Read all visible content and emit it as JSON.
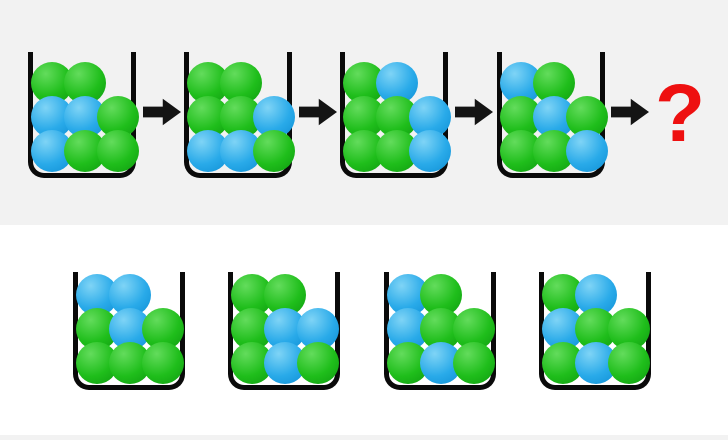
{
  "puzzle": {
    "kind": "ball-cup sequence puzzle",
    "question_mark": "?"
  },
  "colors": {
    "top_background": "#f2f2f2",
    "bottom_background": "#ffffff",
    "cup_outline": "#0a0a0a",
    "arrow_black": "#141414",
    "question_mark_red": "#ee1010",
    "green_light": "#63dc5c",
    "green_main": "#1fbe1b",
    "green_dark": "#0e9a0f",
    "blue_light": "#7fd4f6",
    "blue_main": "#29aae9",
    "blue_dark": "#0e8ed4"
  },
  "sequence": {
    "cups": [
      {
        "rows": [
          [
            "green",
            "green"
          ],
          [
            "blue",
            "blue",
            "green"
          ],
          [
            "blue",
            "green",
            "green"
          ]
        ]
      },
      {
        "rows": [
          [
            "green",
            "green"
          ],
          [
            "green",
            "green",
            "blue"
          ],
          [
            "blue",
            "blue",
            "green"
          ]
        ]
      },
      {
        "rows": [
          [
            "green",
            "blue"
          ],
          [
            "green",
            "green",
            "blue"
          ],
          [
            "green",
            "green",
            "blue"
          ]
        ]
      },
      {
        "rows": [
          [
            "blue",
            "green"
          ],
          [
            "green",
            "blue",
            "green"
          ],
          [
            "green",
            "green",
            "blue"
          ]
        ]
      }
    ]
  },
  "options": {
    "cups": [
      {
        "rows": [
          [
            "blue",
            "blue"
          ],
          [
            "green",
            "blue",
            "green"
          ],
          [
            "green",
            "green",
            "green"
          ]
        ]
      },
      {
        "rows": [
          [
            "green",
            "green"
          ],
          [
            "green",
            "blue",
            "blue"
          ],
          [
            "green",
            "blue",
            "green"
          ]
        ]
      },
      {
        "rows": [
          [
            "blue",
            "green"
          ],
          [
            "blue",
            "green",
            "green"
          ],
          [
            "green",
            "blue",
            "green"
          ]
        ]
      },
      {
        "rows": [
          [
            "green",
            "blue"
          ],
          [
            "blue",
            "green",
            "green"
          ],
          [
            "green",
            "blue",
            "green"
          ]
        ]
      }
    ]
  }
}
